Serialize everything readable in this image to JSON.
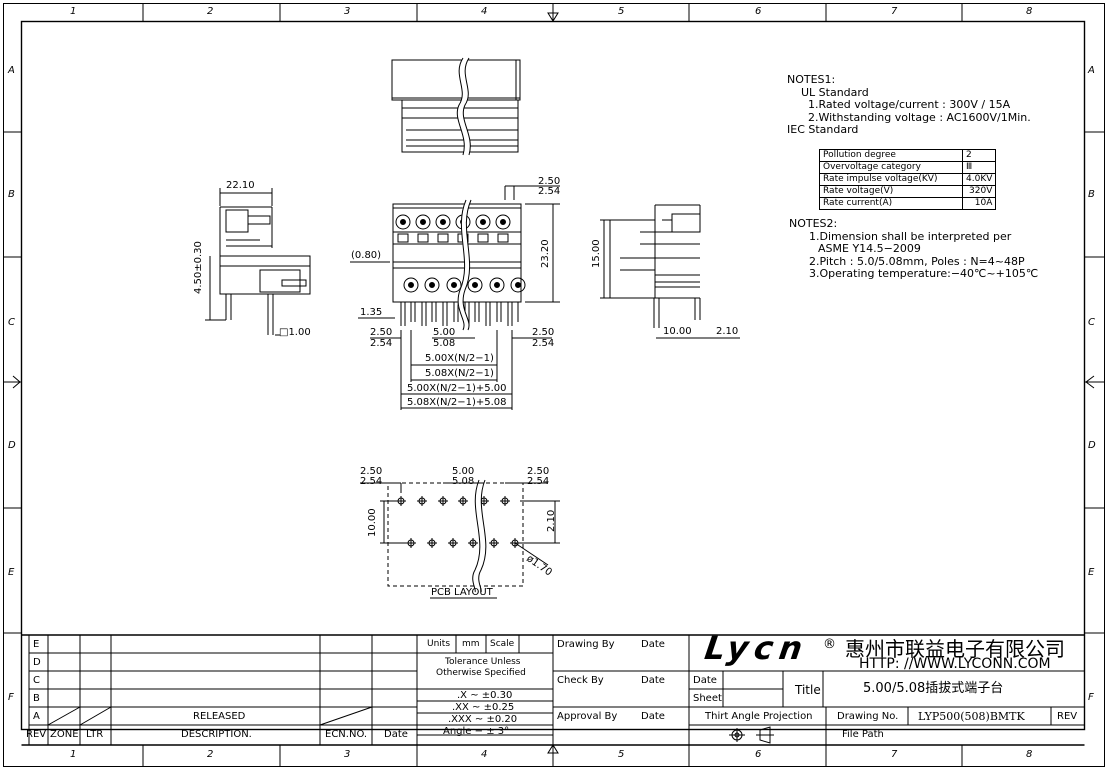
{
  "frame": {
    "cols": [
      "1",
      "2",
      "3",
      "4",
      "5",
      "6",
      "7",
      "8"
    ],
    "rows": [
      "A",
      "B",
      "C",
      "D",
      "E",
      "F"
    ]
  },
  "dims": {
    "top_width": "22.10",
    "left_height": "4.50±0.30",
    "left_sq": "□1.00",
    "front_p1a": "2.50",
    "front_p1b": "2.54",
    "front_height": "23.20",
    "front_offset": "(0.80)",
    "front_pin": "1.35",
    "bot_l_a": "2.50",
    "bot_l_b": "2.54",
    "bot_c_a": "5.00",
    "bot_c_b": "5.08",
    "bot_r_a": "2.50",
    "bot_r_b": "2.54",
    "row1": "5.00X(N/2−1)",
    "row2": "5.08X(N/2−1)",
    "row3": "5.00X(N/2−1)+5.00",
    "row4": "5.08X(N/2−1)+5.08",
    "right_height": "15.00",
    "right_w1": "10.00",
    "right_w2": "2.10",
    "pcb_l_a": "2.50",
    "pcb_l_b": "2.54",
    "pcb_c_a": "5.00",
    "pcb_c_b": "5.08",
    "pcb_r_a": "2.50",
    "pcb_r_b": "2.54",
    "pcb_h": "10.00",
    "pcb_h2": "2.10",
    "pcb_dia": "ø1.70",
    "pcb_title": "PCB LAYOUT"
  },
  "notes1": {
    "title": "NOTES1:",
    "ul": "UL Standard",
    "l1": "1.Rated voltage/current :  300V / 15A",
    "l2": "2.Withstanding voltage :  AC1600V/1Min.",
    "iec": "IEC Standard",
    "table": [
      {
        "k": "Pollution degree",
        "v": "2"
      },
      {
        "k": "Overvoltage category",
        "v": "Ⅲ"
      },
      {
        "k": "Rate impulse voltage(KV)",
        "v": "4.0KV"
      },
      {
        "k": "Rate voltage(V)",
        "v": "320V"
      },
      {
        "k": "Rate current(A)",
        "v": "10A"
      }
    ]
  },
  "notes2": {
    "title": "NOTES2:",
    "l1": "1.Dimension shall be interpreted per",
    "l1b": "ASME Y14.5−2009",
    "l2": "2.Pitch : 5.0/5.08mm, Poles : N=4~48P",
    "l3": "3.Operating temperature:−40℃~+105℃"
  },
  "titleblock": {
    "revs": [
      "E",
      "D",
      "C",
      "B",
      "A"
    ],
    "released": "RELEASED",
    "h_rev": "REV",
    "h_zone": "ZONE",
    "h_ltr": "LTR",
    "h_desc": "DESCRIPTION.",
    "h_ecn": "ECN.NO.",
    "h_date": "Date",
    "units": "Units",
    "mm": "mm",
    "scale": "Scale",
    "tol1": "Tolerance Unless",
    "tol2": "Otherwise Specified",
    "t1": ".X  ~  ±0.30",
    "t2": ".XX  ~  ±0.25",
    "t3": ".XXX  ~  ±0.20",
    "t4": "Angle  −  ± 3°",
    "drawing_by": "Drawing By",
    "check_by": "Check By",
    "approval_by": "Approval By",
    "date": "Date",
    "logo": "Lycn",
    "reg": "®",
    "company": "惠州市联益电子有限公司",
    "url": "HTTP: //WWW.LYCONN.COM",
    "date_lbl": "Date",
    "sheet_lbl": "Sheet",
    "title_lbl": "Title",
    "title_val": "5.00/5.08插拔式端子台",
    "projection": "Thirt Angle Projection",
    "drawing_no_lbl": "Drawing No.",
    "drawing_no": "LYP500(508)BMTK",
    "rev_lbl": "REV",
    "file_path": "File Path"
  }
}
